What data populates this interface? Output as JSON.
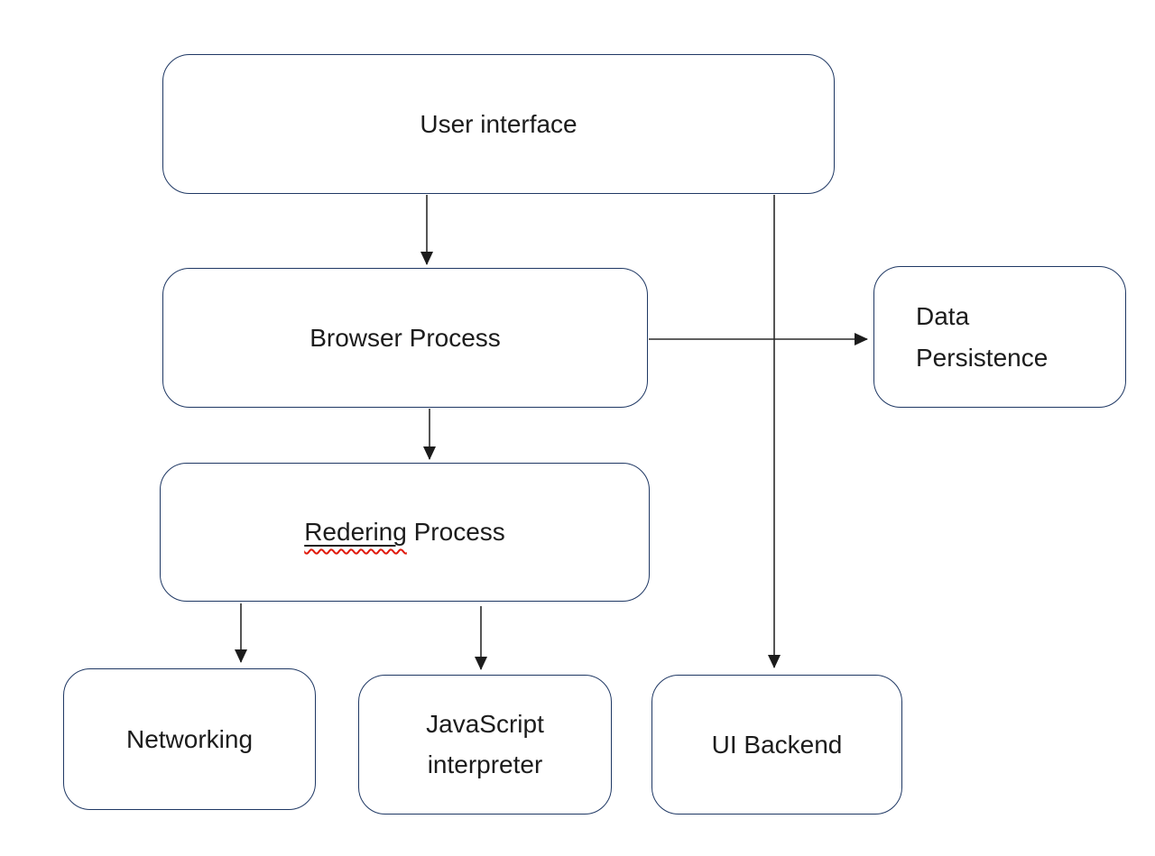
{
  "colors": {
    "background": "#ffffff",
    "box_border": "#1f3864",
    "box_fill": "#ffffff",
    "text": "#1c1c1c",
    "arrow": "#1c1c1c",
    "spellcheck_squiggle": "#e0190a"
  },
  "nodes": {
    "user_interface": {
      "label": "User interface"
    },
    "browser_process": {
      "label": "Browser Process"
    },
    "data_persistence": {
      "label": "Data Persistence",
      "lines": {
        "0": "Data",
        "1": "Persistence"
      }
    },
    "rendering_process": {
      "label": "Redering Process",
      "misspelled_word": "Redering",
      "rest": " Process",
      "has_spellcheck_squiggle": true
    },
    "networking": {
      "label": "Networking"
    },
    "javascript_interpreter": {
      "label": "JavaScript interpreter",
      "lines": {
        "0": "JavaScript",
        "1": "interpreter"
      }
    },
    "ui_backend": {
      "label": "UI Backend"
    }
  },
  "edges": [
    {
      "from": "user_interface",
      "to": "browser_process",
      "direction": "down"
    },
    {
      "from": "user_interface",
      "to": "ui_backend",
      "direction": "down"
    },
    {
      "from": "browser_process",
      "to": "data_persistence",
      "direction": "right"
    },
    {
      "from": "browser_process",
      "to": "rendering_process",
      "direction": "down"
    },
    {
      "from": "rendering_process",
      "to": "networking",
      "direction": "down"
    },
    {
      "from": "rendering_process",
      "to": "javascript_interpreter",
      "direction": "down"
    }
  ]
}
